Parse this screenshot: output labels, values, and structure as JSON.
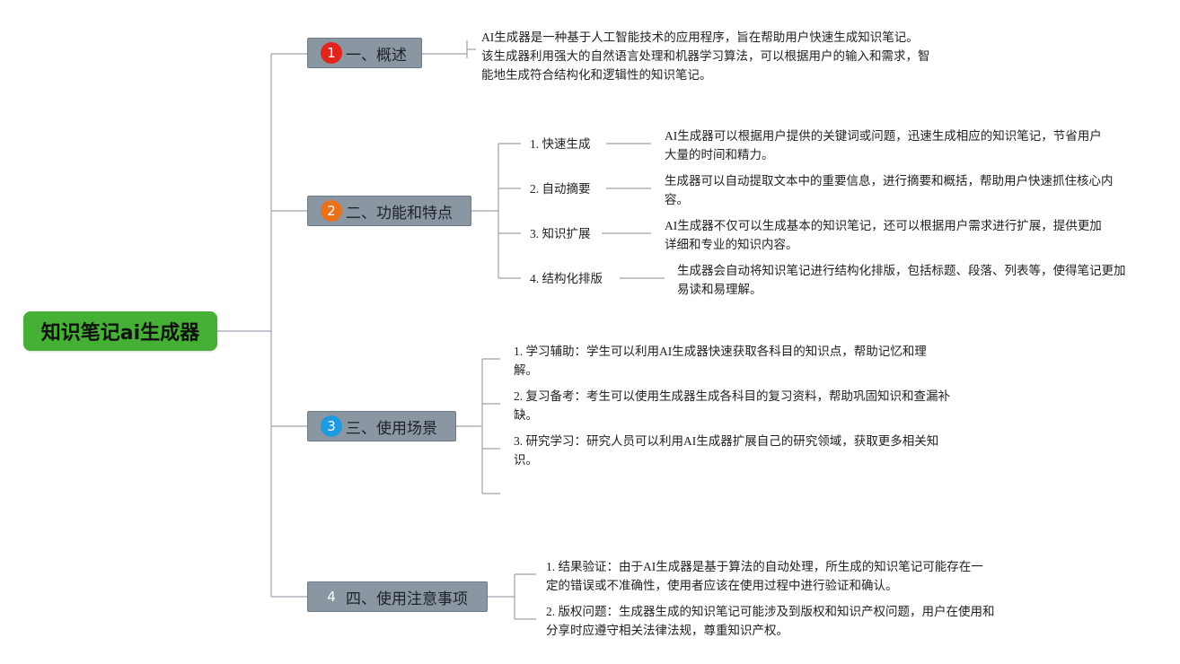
{
  "root": {
    "label": "知识笔记ai生成器",
    "color": "#45b035"
  },
  "branches": [
    {
      "num": "1",
      "num_color": "#e0261c",
      "label": "一、概述",
      "desc": "AI生成器是一种基于人工智能技术的应用程序，旨在帮助用户快速生成知识笔记。该生成器利用强大的自然语言处理和机器学习算法，可以根据用户的输入和需求，智能地生成符合结构化和逻辑性的知识笔记。"
    },
    {
      "num": "2",
      "num_color": "#e8711c",
      "label": "二、功能和特点",
      "items": [
        {
          "label": "1. 快速生成",
          "desc": "AI生成器可以根据用户提供的关键词或问题，迅速生成相应的知识笔记，节省用户大量的时间和精力。"
        },
        {
          "label": "2. 自动摘要",
          "desc": "生成器可以自动提取文本中的重要信息，进行摘要和概括，帮助用户快速抓住核心内容。"
        },
        {
          "label": "3. 知识扩展",
          "desc": "AI生成器不仅可以生成基本的知识笔记，还可以根据用户需求进行扩展，提供更加详细和专业的知识内容。"
        },
        {
          "label": "4. 结构化排版",
          "desc": "生成器会自动将知识笔记进行结构化排版，包括标题、段落、列表等，使得笔记更加易读和易理解。"
        }
      ]
    },
    {
      "num": "3",
      "num_color": "#1e9be0",
      "label": "三、使用场景",
      "items": [
        "1. 学习辅助：学生可以利用AI生成器快速获取各科目的知识点，帮助记忆和理解。",
        "2. 复习备考：考生可以使用生成器生成各科目的复习资料，帮助巩固知识和查漏补缺。",
        "3. 研究学习：研究人员可以利用AI生成器扩展自己的研究领域，获取更多相关知识。"
      ]
    },
    {
      "num": "4",
      "num_color": "#8a96a2",
      "label": "四、使用注意事项",
      "items": [
        "1. 结果验证：由于AI生成器是基于算法的自动处理，所生成的知识笔记可能存在一定的错误或不准确性，使用者应该在使用过程中进行验证和确认。",
        "2. 版权问题：生成器生成的知识笔记可能涉及到版权和知识产权问题，用户在使用和分享时应遵守相关法律法规，尊重知识产权。"
      ]
    }
  ]
}
